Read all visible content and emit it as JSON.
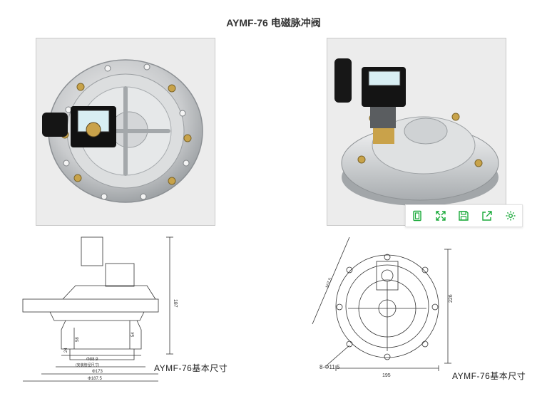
{
  "title": "AYMF-76 电磁脉冲阀",
  "toolbar": {
    "icons": [
      "document-icon",
      "expand-icon",
      "save-icon",
      "share-icon",
      "settings-icon"
    ],
    "accent": "#1aaa3a"
  },
  "drawing1": {
    "caption": "AYMF-76基本尺寸",
    "dimensions": {
      "height": "187",
      "d58": "58",
      "d54": "54",
      "d24": "24",
      "pipe": "Φ88.9",
      "pipe_note": "(安装管径尺寸)",
      "d173": "Φ173",
      "d187": "Φ187.5"
    }
  },
  "drawing2": {
    "caption": "AYMF-76基本尺寸",
    "dimensions": {
      "d1675": "167.5",
      "d226": "226",
      "holes": "8-Φ11.5",
      "d195": "195"
    }
  }
}
